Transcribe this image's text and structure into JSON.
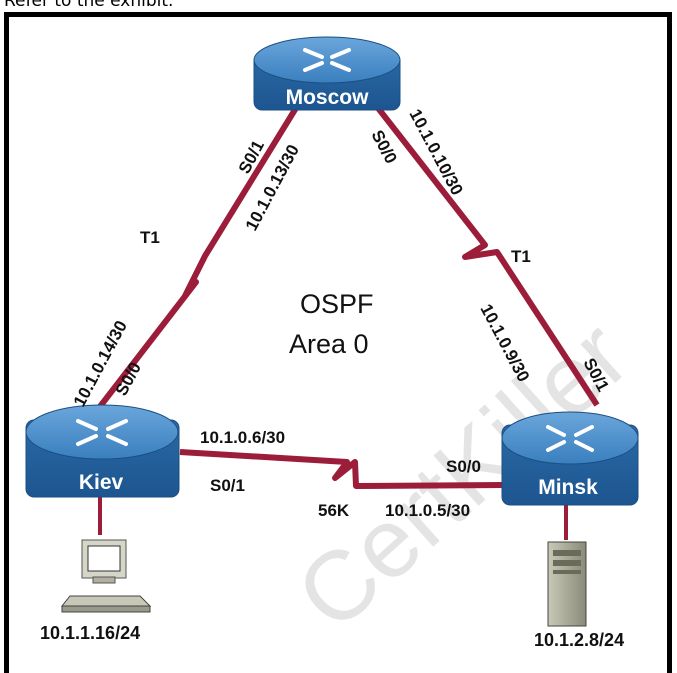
{
  "header": {
    "text": "Refer to the exhibit."
  },
  "colors": {
    "link": "#9b1d3a",
    "router_top": "#4d8fc8",
    "router_side": "#2f6ea8",
    "frame": "#000000"
  },
  "diagram": {
    "center_label_line1": "OSPF",
    "center_label_line2": "Area 0",
    "routers": {
      "moscow": {
        "name": "Moscow"
      },
      "kiev": {
        "name": "Kiev"
      },
      "minsk": {
        "name": "Minsk"
      }
    },
    "links": {
      "moscow_kiev": {
        "type": "T1",
        "moscow_if": "S0/1",
        "moscow_ip": "10.1.0.13/30",
        "kiev_if": "S0/0",
        "kiev_ip": "10.1.0.14/30"
      },
      "moscow_minsk": {
        "type": "T1",
        "moscow_if": "S0/0",
        "moscow_ip": "10.1.0.10/30",
        "minsk_if": "S0/1",
        "minsk_ip": "10.1.0.9/30"
      },
      "kiev_minsk": {
        "type": "56K",
        "kiev_if": "S0/1",
        "kiev_ip": "10.1.0.6/30",
        "minsk_if": "S0/0",
        "minsk_ip": "10.1.0.5/30"
      }
    },
    "hosts": {
      "pc": {
        "ip": "10.1.1.16/24",
        "icon": "workstation-icon"
      },
      "server": {
        "ip": "10.1.2.8/24",
        "icon": "server-icon"
      }
    },
    "watermark": "CertKiller"
  }
}
